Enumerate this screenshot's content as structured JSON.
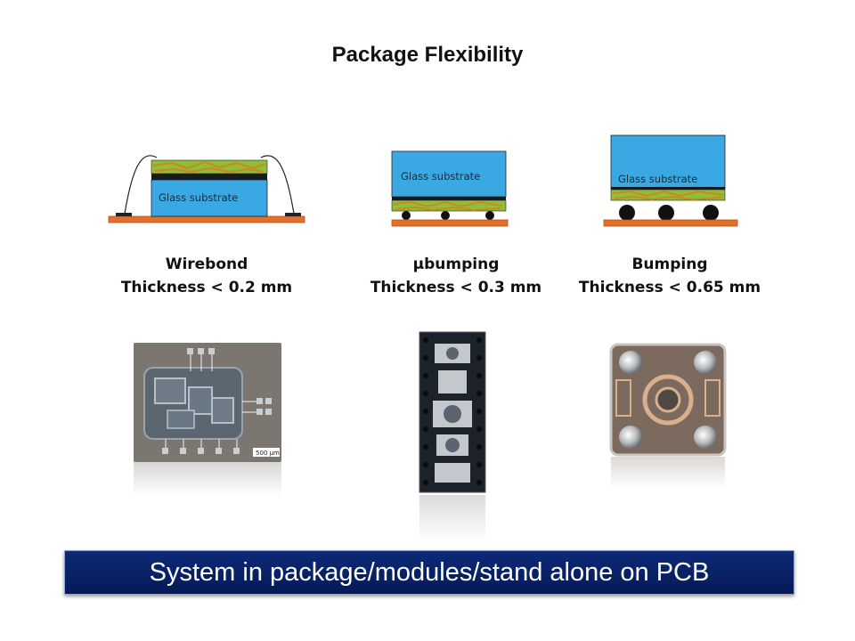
{
  "title": "Package Flexibility",
  "packages": [
    {
      "name": "Wirebond",
      "thickness": "Thickness < 0.2 mm",
      "substrate_label": "Glass substrate",
      "photo_scale": "500 µm"
    },
    {
      "name": "µbumping",
      "thickness": "Thickness < 0.3 mm",
      "substrate_label": "Glass substrate"
    },
    {
      "name": "Bumping",
      "thickness": "Thickness < 0.65 mm",
      "substrate_label": "Glass substrate"
    }
  ],
  "banner": "System in package/modules/stand alone on PCB",
  "colors": {
    "glass": "#3aa8e2",
    "pcb": "#e46f28",
    "layer_green": "#8fbf3a",
    "layer_gold": "#c98a22",
    "banner": "#0a2466"
  }
}
